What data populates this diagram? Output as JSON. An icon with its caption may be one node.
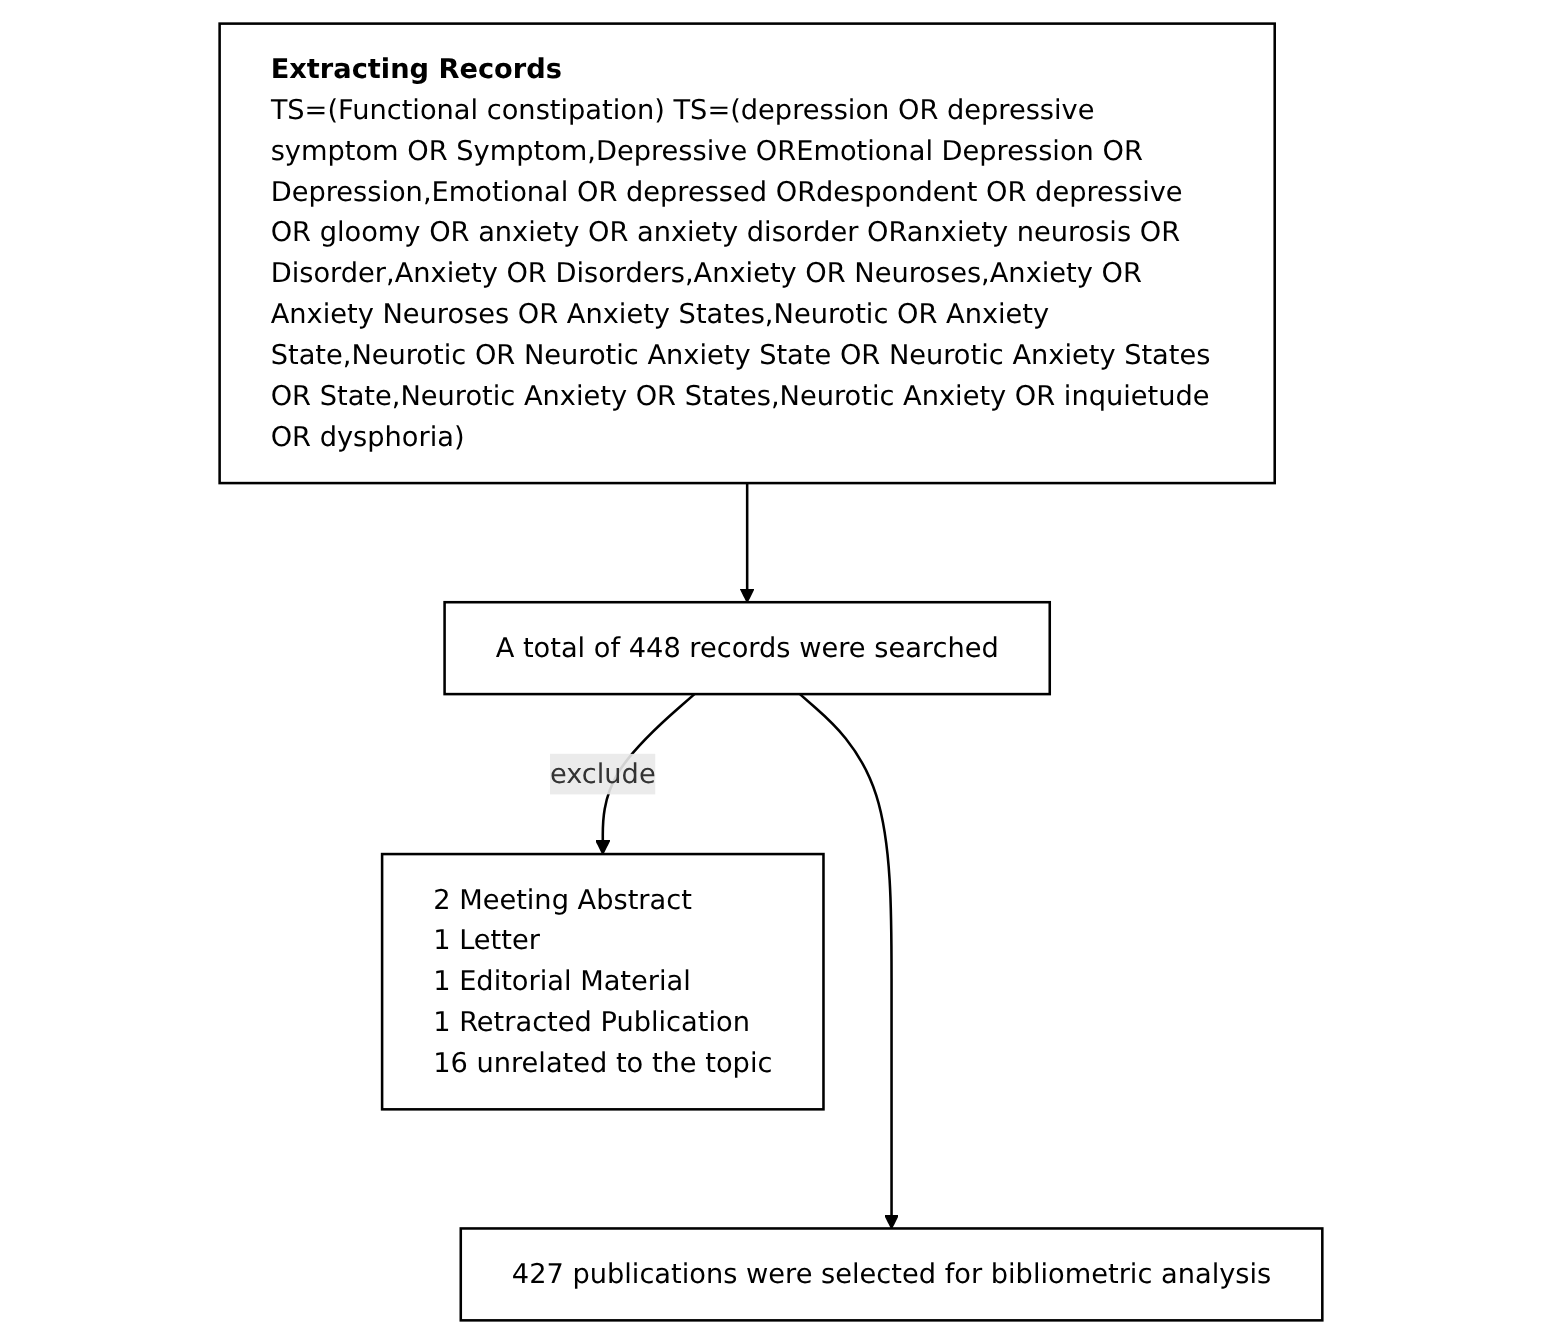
{
  "diagram": {
    "nodes": [
      {
        "text": [
          "Extracting Records",
          "TS=(Functional constipation) TS=(depression OR depressive symptom OR Symptom,Depressive OREmotional Depression OR Depression,Emotional OR depressed ORdespondent OR depressive OR gloomy OR anxiety OR anxiety disorder ORanxiety neurosis OR Disorder,Anxiety OR Disorders,Anxiety OR Neuroses,Anxiety OR Anxiety Neuroses OR Anxiety States,Neurotic OR Anxiety State,Neurotic OR Neurotic Anxiety State OR Neurotic Anxiety States OR State,Neurotic Anxiety OR States,Neurotic Anxiety OR inquietude OR dysphoria)"
        ]
      },
      {
        "text": [
          "A total of 448 records were searched"
        ]
      },
      {
        "text": [
          "2 Meeting Abstract",
          "1 Letter",
          "1 Editorial Material",
          "1 Retracted Publication",
          "16 unrelated to the topic"
        ]
      },
      {
        "text": [
          "427 publications were selected for bibliometric analysis"
        ]
      }
    ],
    "edges": [
      {
        "from": 0,
        "to": 1,
        "arrow": "to"
      },
      {
        "from": 1,
        "to": 2,
        "arrow": "to",
        "label": "exclude"
      },
      {
        "from": 1,
        "to": 3,
        "arrow": "to"
      }
    ]
  }
}
